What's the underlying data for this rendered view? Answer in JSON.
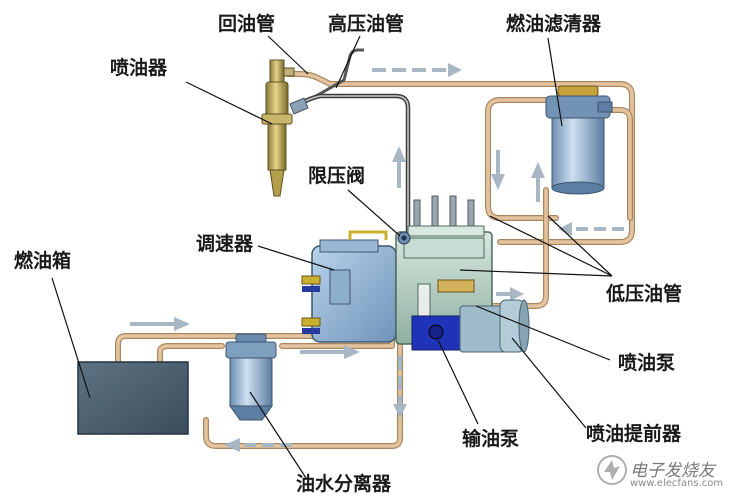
{
  "labels": {
    "return_pipe": "回油管",
    "high_pressure_pipe": "高压油管",
    "fuel_filter": "燃油滤清器",
    "injector": "喷油器",
    "pressure_limit_valve": "限压阀",
    "governor": "调速器",
    "fuel_tank": "燃油箱",
    "low_pressure_pipe": "低压油管",
    "injection_pump": "喷油泵",
    "water_separator": "油水分离器",
    "transfer_pump": "输油泵",
    "injection_advancer": "喷油提前器"
  },
  "watermark": {
    "text": "电子发烧友",
    "url": "www.elecfans.com"
  },
  "colors": {
    "pipe": "#d9b38c",
    "pipe_edge": "#a88760",
    "arrow": "#a9b6c4",
    "component_blue": "#8fb3d4",
    "pump_green": "#b7d0c6",
    "tank": "#4f6272",
    "blue_block": "#1f33b8",
    "yellow": "#d8c233"
  }
}
